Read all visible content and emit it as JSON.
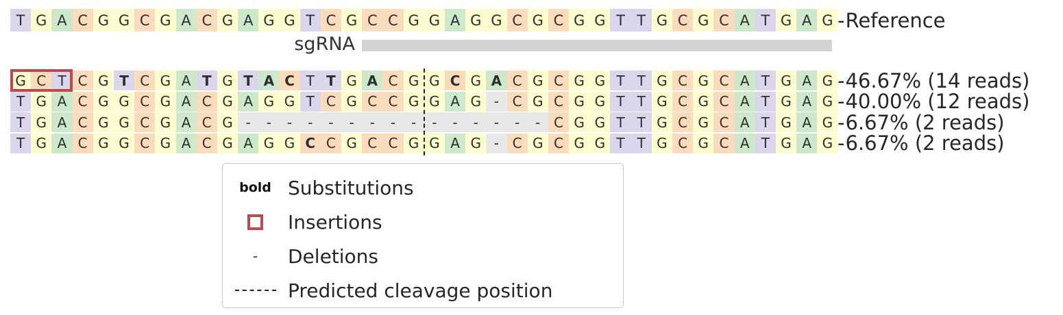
{
  "palette": {
    "A": "#cde8cb",
    "C": "#fadcbd",
    "G": "#fdfdd0",
    "T": "#dbd6eb",
    "-": "#e8e8e8",
    "insertion_box": "#c0494f",
    "sgrna_bar": "#d3d3d3",
    "text": "#2e2e2e"
  },
  "reference": {
    "sequence": "TGACGGCGACGAGGTCGCCGGAGGCGCGGTTGCGCATGAG",
    "label": "Reference"
  },
  "sgrna": {
    "label": "sgRNA",
    "bar_start_column": 18,
    "bar_end_column": 40
  },
  "cleavage": {
    "after_column": 20
  },
  "dash_separator": "-",
  "reads": [
    {
      "sequence": "GCTCGTCGATGTACTTGACGGCGACGCGGTTGCGCATGAG",
      "bold_positions": [
        5,
        9,
        11,
        12,
        13,
        15,
        17,
        21,
        23
      ],
      "insertion_positions": [
        0,
        1,
        2
      ],
      "label": "46.67% (14 reads)"
    },
    {
      "sequence": "TGACGGCGACGAGGTCGCCGGAG-CGCGGTTGCGCATGAG",
      "bold_positions": [],
      "insertion_positions": [],
      "label": "40.00% (12 reads)"
    },
    {
      "sequence": "TGACGGCGACG---------------CGGTTGCGCATGAG",
      "bold_positions": [],
      "insertion_positions": [],
      "label": "6.67% (2 reads)"
    },
    {
      "sequence": "TGACGGCGACGAGGCCGCCGGAG-CGCGGTTGCGCATGAG",
      "bold_positions": [
        14
      ],
      "insertion_positions": [],
      "label": "6.67% (2 reads)"
    }
  ],
  "legend": {
    "items": [
      {
        "symbol": "bold-text",
        "symbol_text": "bold",
        "label": "Substitutions"
      },
      {
        "symbol": "red-box",
        "label": "Insertions"
      },
      {
        "symbol": "dash",
        "symbol_text": "-",
        "label": "Deletions"
      },
      {
        "symbol": "dashed-line",
        "label": "Predicted cleavage position"
      }
    ]
  }
}
